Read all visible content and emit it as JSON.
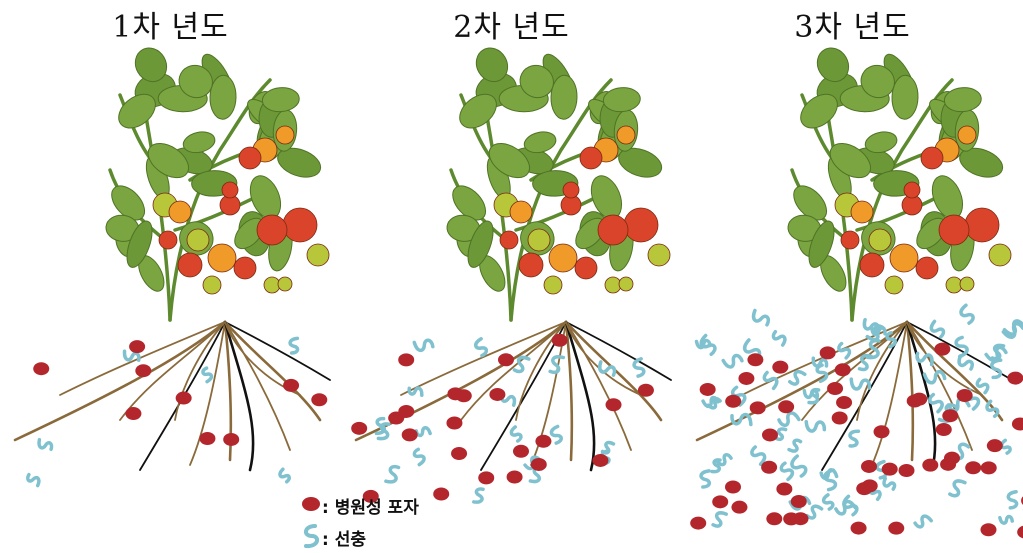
{
  "panels": [
    {
      "title": "1차 년도",
      "spore_count": 9,
      "nematode_count": 6
    },
    {
      "title": "2차 년도",
      "spore_count": 22,
      "nematode_count": 20
    },
    {
      "title": "3차 년도",
      "spore_count": 48,
      "nematode_count": 70
    }
  ],
  "legend": {
    "spore_label": ": 병원성 포자",
    "nematode_label": ": 선충"
  },
  "colors": {
    "spore": "#b3262c",
    "nematode": "#7fc1cf",
    "root": "#8a6a3b",
    "stem": "#5e8a2f",
    "leaf": "#7aa540",
    "tomato_red": "#d9442a",
    "tomato_orange": "#f09a2a",
    "tomato_green": "#b8c63a"
  },
  "icons": {
    "spore": "red-dot-icon",
    "nematode": "worm-icon"
  }
}
